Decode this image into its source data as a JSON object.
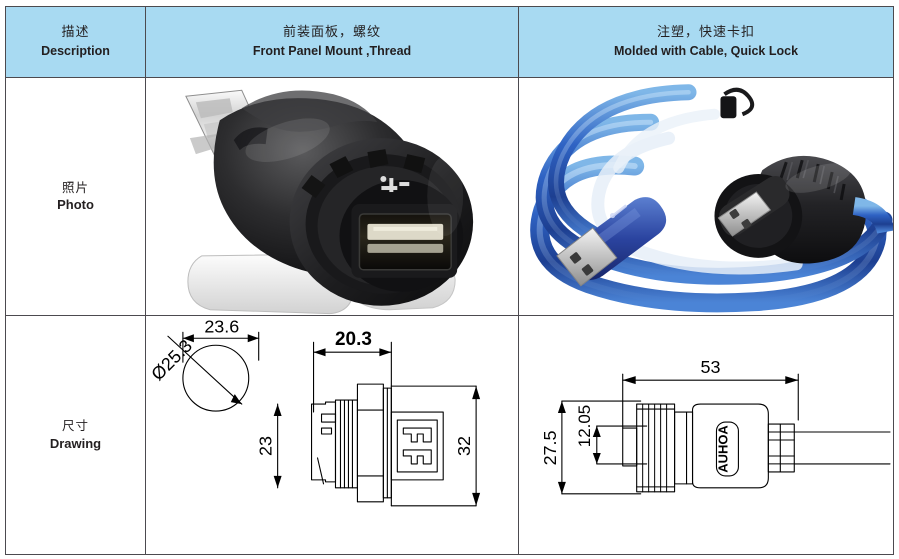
{
  "table": {
    "header": {
      "col_label": {
        "cn": "描述",
        "en": "Description"
      },
      "col_mid": {
        "cn": "前装面板，螺纹",
        "en": "Front Panel Mount ,Thread"
      },
      "col_right": {
        "cn": "注塑，快速卡扣",
        "en": "Molded with Cable, Quick Lock"
      }
    },
    "rows": [
      {
        "label": {
          "cn": "照片",
          "en": "Photo"
        },
        "mid": {
          "figure": "usb-panel-mount-connector-photo",
          "alt": "Black panel mount USB connector photo"
        },
        "right": {
          "figure": "usb-cable-molded-quick-lock-photo",
          "alt": "Blue USB cable with molded quick lock connector photo"
        }
      },
      {
        "label": {
          "cn": "尺寸",
          "en": "Drawing"
        },
        "mid": {
          "figure": "front-panel-mount-dimension-drawing"
        },
        "right": {
          "figure": "molded-cable-dimension-drawing"
        }
      }
    ]
  },
  "drawing_mid": {
    "dims": {
      "diameter": "Ø25.3",
      "width_flange": "23.6",
      "depth": "20.3",
      "height_small": "23",
      "height_large": "32"
    }
  },
  "drawing_right": {
    "dims": {
      "length": "53",
      "height_total": "27.5",
      "height_inner": "12.05"
    },
    "brand": "AUHOA"
  },
  "colors": {
    "header_fill": "#a8daf2",
    "border": "#4c4a4f",
    "text": "#231f20",
    "cable_blue": "#2f63c4",
    "connector_black": "#262626"
  }
}
